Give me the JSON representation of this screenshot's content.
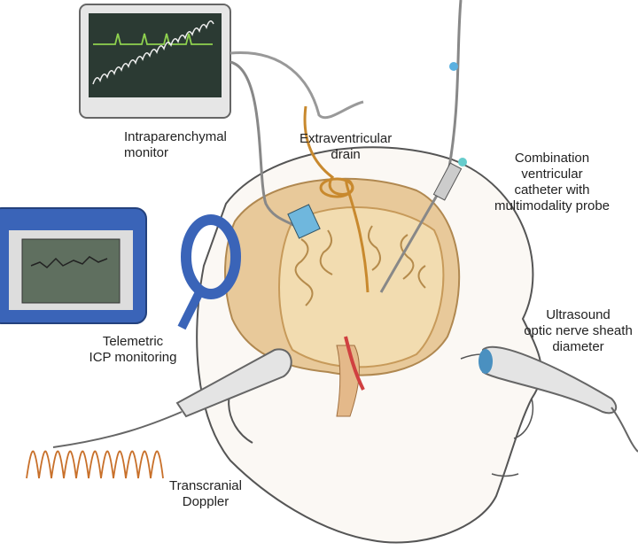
{
  "labels": {
    "intraparenchymal": [
      "Intraparenchymal",
      "monitor"
    ],
    "extraventricular": [
      "Extraventricular",
      "drain"
    ],
    "combination": [
      "Combination",
      "ventricular",
      "catheter with",
      "multimodality probe"
    ],
    "telemetric": [
      "Telemetric",
      "ICP monitoring"
    ],
    "ultrasound": [
      "Ultrasound",
      "optic nerve sheath",
      "diameter"
    ],
    "doppler": [
      "Transcranial",
      "Doppler"
    ]
  },
  "colors": {
    "ecg_trace": "#8fd14f",
    "monitor_screen": "#2b3a33",
    "tablet_frame": "#3a64b8",
    "drain_catheter": "#c8892e",
    "doppler_wave": "#c8702a",
    "brain": "#e8c99a",
    "skin_outline": "#555555"
  }
}
